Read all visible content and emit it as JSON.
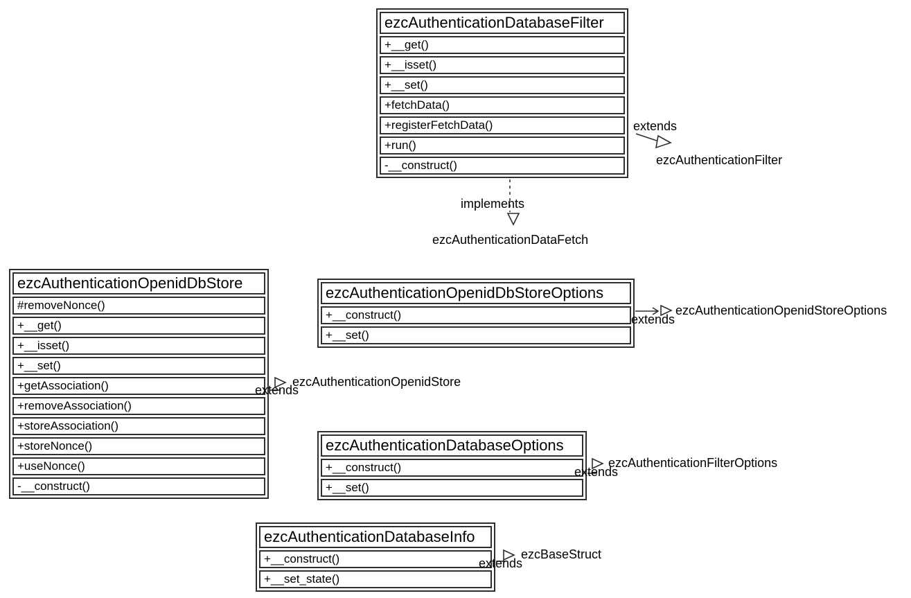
{
  "colors": {
    "background": "#ffffff",
    "border": "#2e2e2e",
    "text": "#000000"
  },
  "classes": [
    {
      "name": "ezcAuthenticationDatabaseFilter",
      "methods": [
        "+__get()",
        "+__isset()",
        "+__set()",
        "+fetchData()",
        "+registerFetchData()",
        "+run()",
        "-__construct()"
      ]
    },
    {
      "name": "ezcAuthenticationOpenidDbStore",
      "methods": [
        "#removeNonce()",
        "+__get()",
        "+__isset()",
        "+__set()",
        "+getAssociation()",
        "+removeAssociation()",
        "+storeAssociation()",
        "+storeNonce()",
        "+useNonce()",
        "-__construct()"
      ]
    },
    {
      "name": "ezcAuthenticationOpenidDbStoreOptions",
      "methods": [
        "+__construct()",
        "+__set()"
      ]
    },
    {
      "name": "ezcAuthenticationDatabaseOptions",
      "methods": [
        "+__construct()",
        "+__set()"
      ]
    },
    {
      "name": "ezcAuthenticationDatabaseInfo",
      "methods": [
        "+__construct()",
        "+__set_state()"
      ]
    }
  ],
  "relations": [
    {
      "type": "extends",
      "label": "extends",
      "target": "ezcAuthenticationFilter"
    },
    {
      "type": "implements",
      "label": "implements",
      "target": "ezcAuthenticationDataFetch"
    },
    {
      "type": "extends",
      "label": "extends",
      "target": "ezcAuthenticationOpenidStore"
    },
    {
      "type": "extends",
      "label": "extends",
      "target": "ezcAuthenticationOpenidStoreOptions"
    },
    {
      "type": "extends",
      "label": "extends",
      "target": "ezcAuthenticationFilterOptions"
    },
    {
      "type": "extends",
      "label": "extends",
      "target": "ezcBaseStruct"
    }
  ]
}
